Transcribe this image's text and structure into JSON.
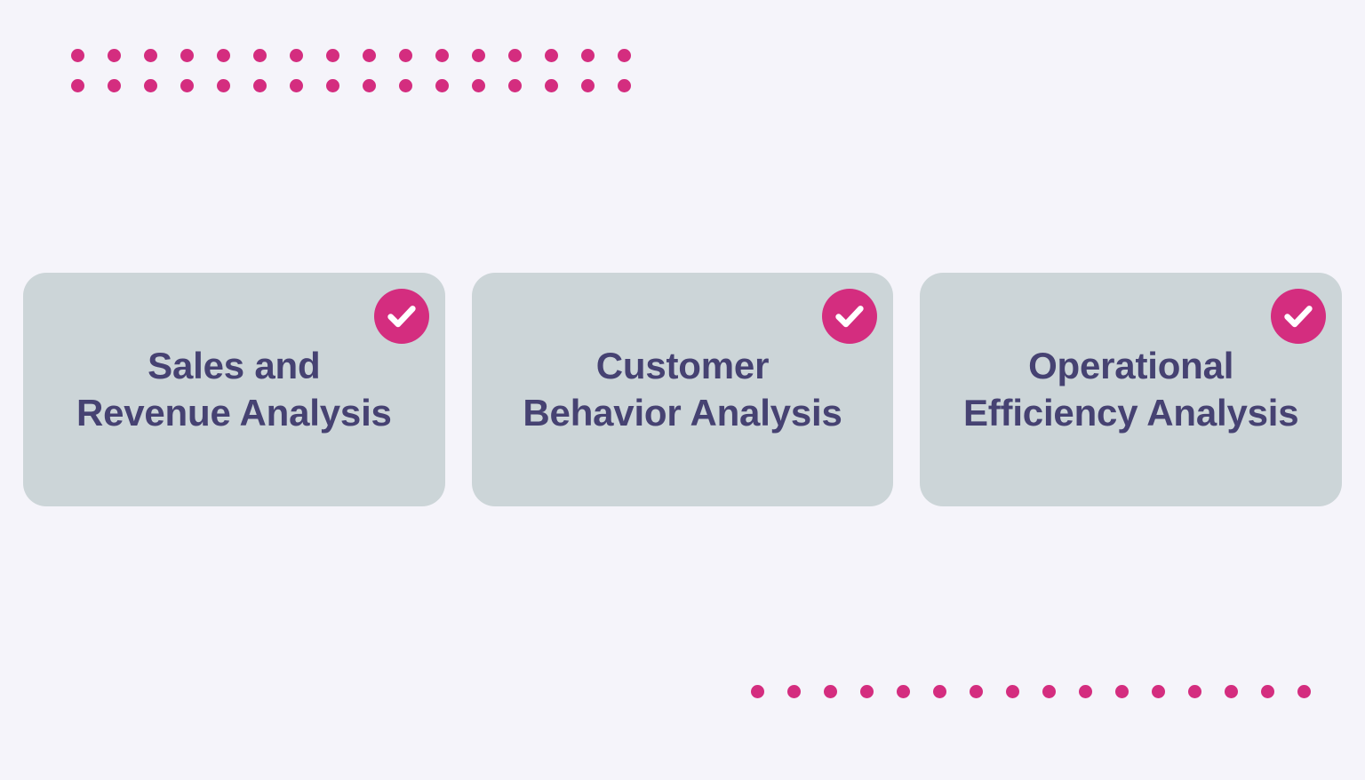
{
  "theme": {
    "background_color": "#f5f4fa",
    "card_color": "#ccd5d8",
    "accent_color": "#d42d7f",
    "text_color": "#464272",
    "check_color": "#ffffff"
  },
  "decor": {
    "top_dots": {
      "rows": 2,
      "dots_per_row": 16,
      "color": "#d42d7f"
    },
    "bottom_dots": {
      "rows": 1,
      "dots_per_row": 16,
      "color": "#d42d7f"
    }
  },
  "cards": [
    {
      "title": "Sales and\nRevenue Analysis",
      "status_icon": "check-circle-icon",
      "status": "completed"
    },
    {
      "title": "Customer\nBehavior Analysis",
      "status_icon": "check-circle-icon",
      "status": "completed"
    },
    {
      "title": "Operational\nEfficiency Analysis",
      "status_icon": "check-circle-icon",
      "status": "completed"
    }
  ]
}
